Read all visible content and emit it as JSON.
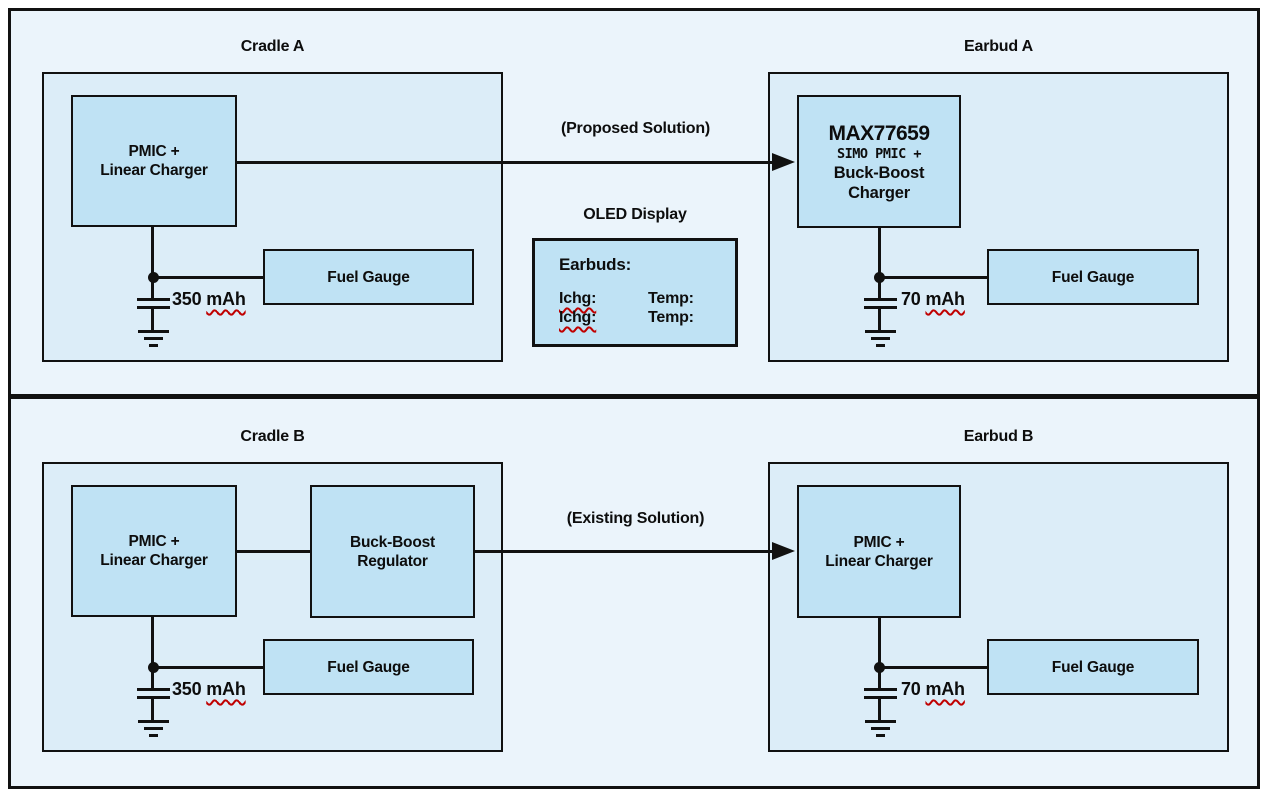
{
  "top": {
    "cradle_title": "Cradle A",
    "earbud_title": "Earbud A",
    "arrow_label": "(Proposed Solution)",
    "cradle_pmic": {
      "line1": "PMIC +",
      "line2": "Linear Charger"
    },
    "cradle_fuel_gauge": "Fuel Gauge",
    "cradle_battery": {
      "value": "350",
      "unit": "mAh"
    },
    "earbud_chip": {
      "line1": "MAX77659",
      "line2": "SIMO PMIC +",
      "line3": "Buck-Boost",
      "line4": "Charger"
    },
    "earbud_fuel_gauge": "Fuel Gauge",
    "earbud_battery": {
      "value": "70",
      "unit": "mAh"
    },
    "oled": {
      "title": "OLED Display",
      "header": "Earbuds:",
      "rows": [
        {
          "ichg": "Ichg:",
          "temp": "Temp:"
        },
        {
          "ichg": "Ichg:",
          "temp": "Temp:"
        }
      ]
    }
  },
  "bottom": {
    "cradle_title": "Cradle B",
    "earbud_title": "Earbud B",
    "arrow_label": "(Existing Solution)",
    "cradle_pmic": {
      "line1": "PMIC +",
      "line2": "Linear Charger"
    },
    "cradle_regulator": {
      "line1": "Buck-Boost",
      "line2": "Regulator"
    },
    "cradle_fuel_gauge": "Fuel Gauge",
    "cradle_battery": {
      "value": "350",
      "unit": "mAh"
    },
    "earbud_pmic": {
      "line1": "PMIC +",
      "line2": "Linear Charger"
    },
    "earbud_fuel_gauge": "Fuel Gauge",
    "earbud_battery": {
      "value": "70",
      "unit": "mAh"
    }
  },
  "colors": {
    "block_fill": "#BFE2F4",
    "container_fill": "#DCEDF8",
    "section_bg": "#EBF4FB",
    "line_color": "#111111",
    "squiggle_color": "#C00000"
  }
}
